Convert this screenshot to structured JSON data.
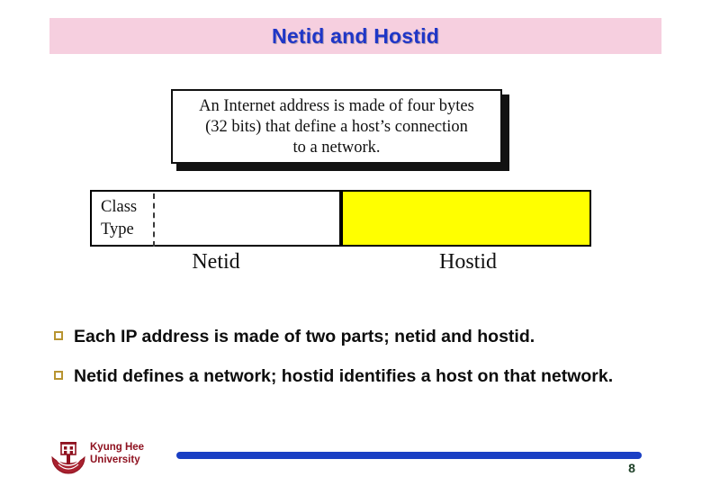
{
  "slide": {
    "title": "Netid and Hostid",
    "title_band_color": "#f6cfdf",
    "title_text_color": "#1f36c7"
  },
  "callout": {
    "line1": "An Internet address is made of four bytes",
    "line2": "(32 bits) that define a host’s connection",
    "line3": "to a network."
  },
  "diagram": {
    "class_type_line1": "Class",
    "class_type_line2": "Type",
    "netid_caption": "Netid",
    "hostid_caption": "Hostid",
    "netid_fill": "#ffffff",
    "hostid_fill": "#ffff00",
    "border_color": "#000000"
  },
  "bullets": [
    {
      "text": "Each IP address is made of two parts; netid and hostid.",
      "marker": "hollow-square",
      "marker_color": "#b89430"
    },
    {
      "text": "Netid defines a network; hostid identifies a host on that network.",
      "marker": "hollow-square",
      "marker_color": "#b89430"
    }
  ],
  "footer": {
    "university_line1": "Kyung Hee",
    "university_line2": "University",
    "university_color": "#8f1220",
    "rule_color": "#1a3fc4",
    "page_number": "8",
    "logo_icon": "kyung-hee-crest-icon"
  }
}
